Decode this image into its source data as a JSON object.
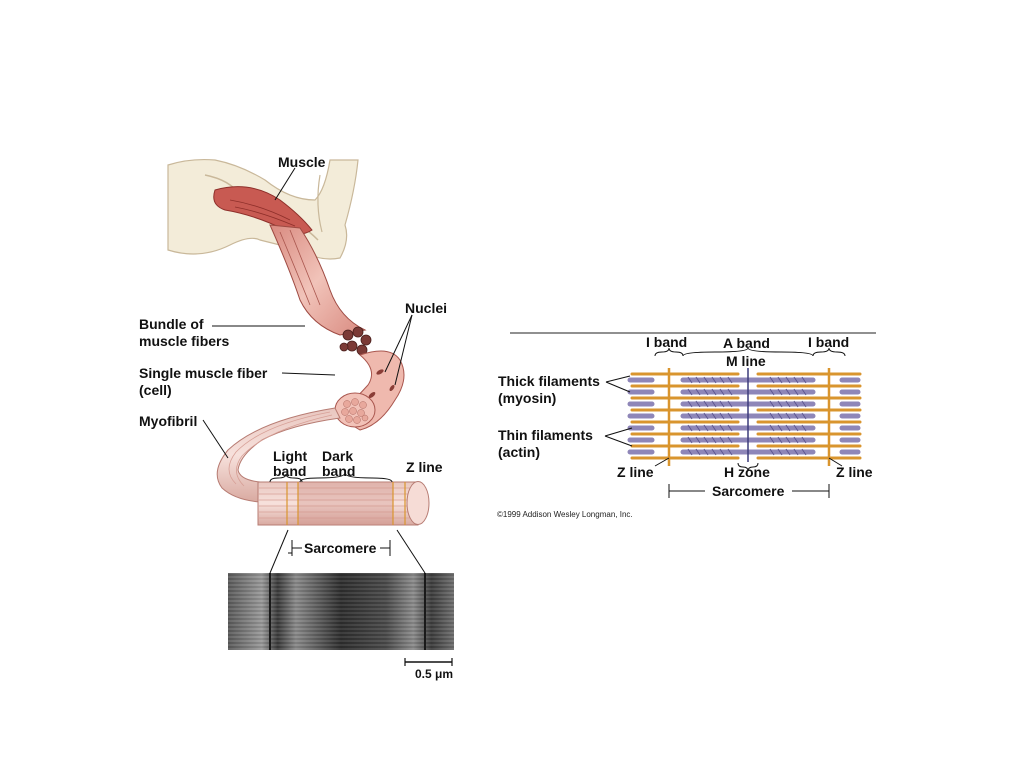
{
  "left_figure": {
    "muscle": "Muscle",
    "bundle_line1": "Bundle of",
    "bundle_line2": "muscle fibers",
    "nuclei": "Nuclei",
    "single_line1": "Single muscle fiber",
    "single_line2": "(cell)",
    "myofibril": "Myofibril",
    "light_line1": "Light",
    "light_line2": "band",
    "dark_line1": "Dark",
    "dark_line2": "band",
    "z_line": "Z line",
    "sarcomere": "Sarcomere",
    "scale": "0.5 μm"
  },
  "right_figure": {
    "i_band_left": "I band",
    "a_band": "A band",
    "i_band_right": "I band",
    "m_line": "M line",
    "thick_line1": "Thick filaments",
    "thick_line2": "(myosin)",
    "thin_line1": "Thin filaments",
    "thin_line2": "(actin)",
    "z_line_left": "Z line",
    "h_zone": "H zone",
    "z_line_right": "Z line",
    "sarcomere": "Sarcomere",
    "copyright": "©1999 Addison Wesley Longman, Inc."
  },
  "colors": {
    "muscle_red": "#c0504d",
    "fiber_pink": "#eab2a8",
    "actin_orange": "#d9952e",
    "myosin_purple": "#8e86b8",
    "bone": "#f3ecd9"
  }
}
